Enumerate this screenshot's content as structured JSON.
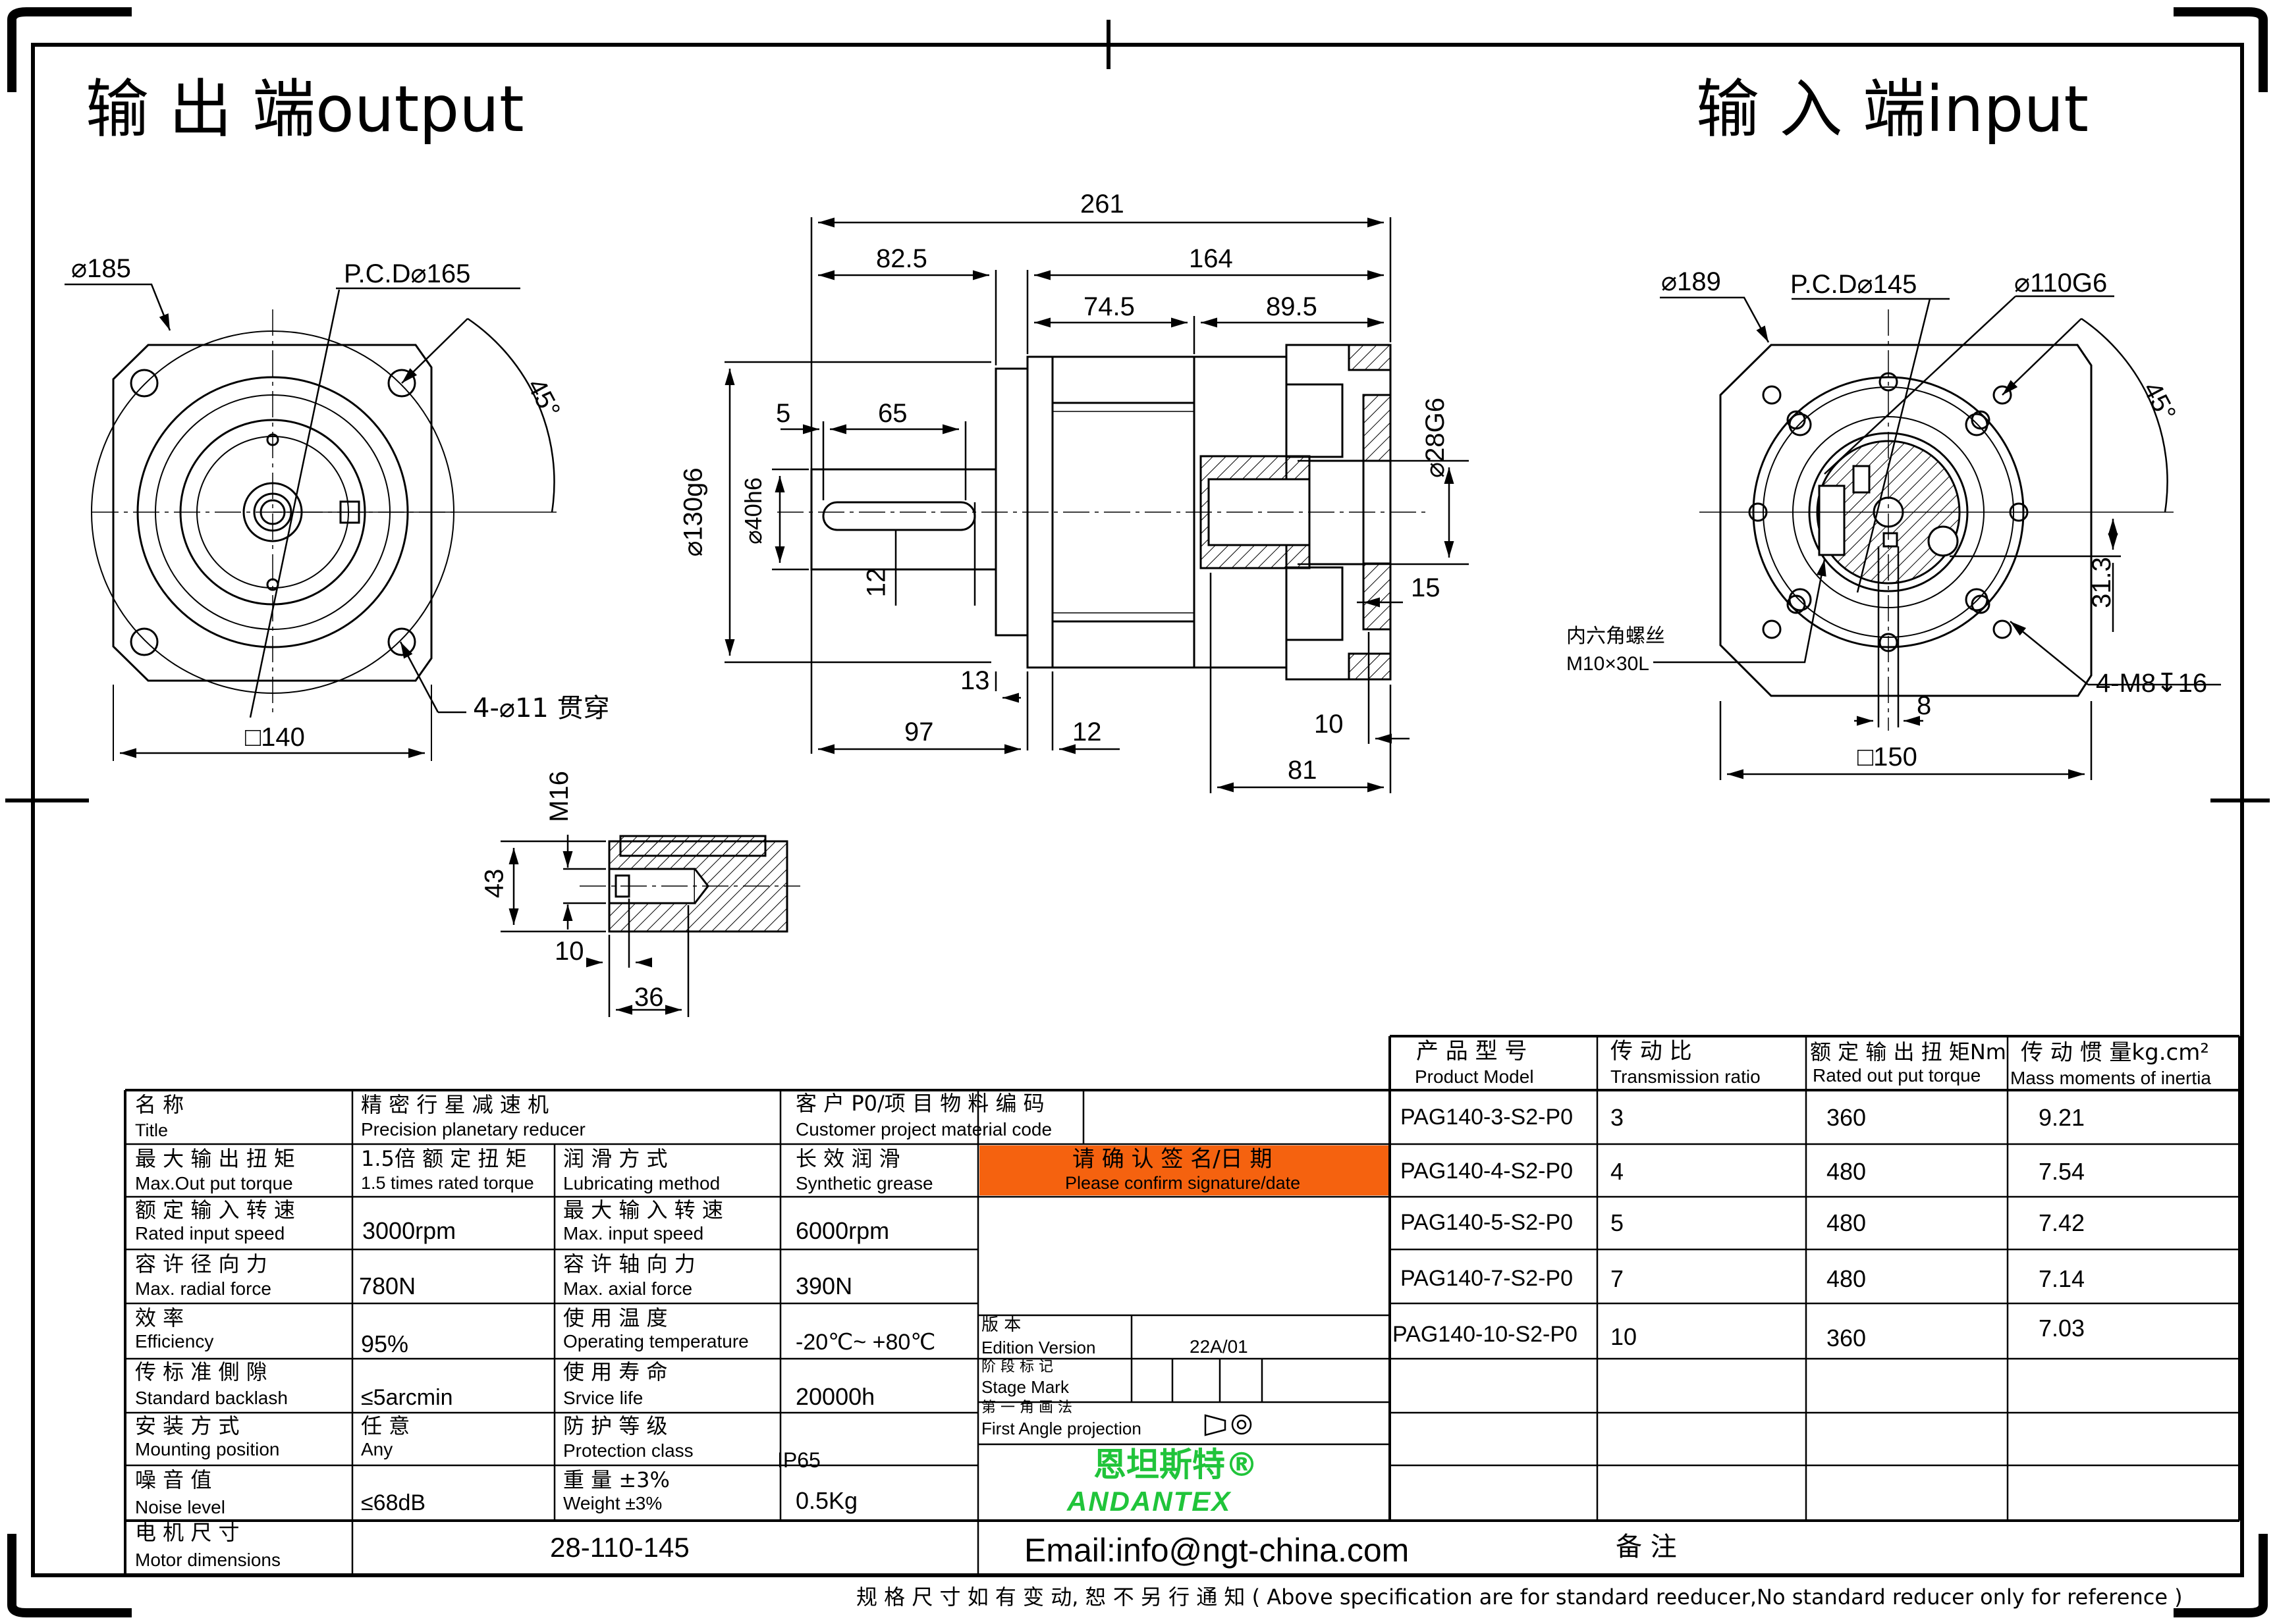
{
  "headers": {
    "output": "输 出 端output",
    "input": "输 入 端input"
  },
  "left_view": {
    "dia_185": "⌀185",
    "pcd_165": "P.C.D⌀165",
    "angle_45": "45°",
    "holes": "4-⌀11 贯穿",
    "square_140": "□140"
  },
  "side_view": {
    "len_261": "261",
    "len_82_5": "82.5",
    "len_164": "164",
    "len_74_5": "74.5",
    "len_89_5": "89.5",
    "len_5": "5",
    "len_65": "65",
    "dia_130": "⌀130g6",
    "dia_40": "⌀40h6",
    "key_12": "12",
    "dia_28": "⌀28G6",
    "len_15": "15",
    "len_13": "13",
    "len_97": "97",
    "len_12b": "12",
    "len_10": "10",
    "len_81": "81"
  },
  "detail": {
    "m16": "M16",
    "len_43": "43",
    "len_10": "10",
    "len_36": "36"
  },
  "right_view": {
    "dia_189": "⌀189",
    "pcd_145": "P.C.D⌀145",
    "dia_110": "⌀110G6",
    "angle_45": "45°",
    "len_31_3": "31.3",
    "screw_cn": "内六角螺丝",
    "screw_en": "M10×30L",
    "holes": "4-M8↧16",
    "len_8": "8",
    "square_150": "□150"
  },
  "model_table": {
    "headers": [
      {
        "cn": "产 品 型 号",
        "en": "Product Model"
      },
      {
        "cn": "传 动 比",
        "en": "Transmission ratio"
      },
      {
        "cn": "额 定 输 出 扭 矩Nm",
        "en": "Rated out put torque"
      },
      {
        "cn": "传 动 惯 量kg.cm²",
        "en": "Mass moments of inertia"
      }
    ],
    "rows": [
      {
        "model": "PAG140-3-S2-P0",
        "ratio": "3",
        "torque": "360",
        "inertia": "9.21"
      },
      {
        "model": "PAG140-4-S2-P0",
        "ratio": "4",
        "torque": "480",
        "inertia": "7.54"
      },
      {
        "model": "PAG140-5-S2-P0",
        "ratio": "5",
        "torque": "480",
        "inertia": "7.42"
      },
      {
        "model": "PAG140-7-S2-P0",
        "ratio": "7",
        "torque": "480",
        "inertia": "7.14"
      },
      {
        "model": "PAG140-10-S2-P0",
        "ratio": "10",
        "torque": "360",
        "inertia": "7.03"
      }
    ]
  },
  "spec_table": {
    "title_cn": "名 称",
    "title_en": "Title",
    "name_cn": "精 密 行 星 减 速 机",
    "name_en": "Precision planetary reducer",
    "cust_cn": "客 户 P0/项 目 物 料 编 码",
    "cust_en": "Customer project material code",
    "maxout_cn": "最 大 输 出 扭 矩",
    "maxout_en": "Max.Out put torque",
    "maxout_val_cn": "1.5倍 额 定 扭 矩",
    "maxout_val_en": "1.5 times rated torque",
    "lub_cn": "润 滑 方 式",
    "lub_en": "Lubricating method",
    "lub_val_cn": "长 效 润 滑",
    "lub_val_en": "Synthetic grease",
    "confirm_cn": "请 确 认 签 名/日 期",
    "confirm_en": "Please confirm signature/date",
    "rin_cn": "额 定 输 入 转 速",
    "rin_en": "Rated input speed",
    "rin_val": "3000rpm",
    "maxin_cn": "最 大 输 入 转 速",
    "maxin_en": "Max. input speed",
    "maxin_val": "6000rpm",
    "rad_cn": "容 许 径 向 力",
    "rad_en": "Max. radial force",
    "rad_val": "780N",
    "ax_cn": "容 许 轴 向 力",
    "ax_en": "Max. axial force",
    "ax_val": "390N",
    "eff_cn": "效 率",
    "eff_en": "Efficiency",
    "eff_val": "95%",
    "temp_cn": "使 用 温 度",
    "temp_en": "Operating temperature",
    "temp_val": "-20℃~ +80℃",
    "ver_cn": "版 本",
    "ver_en": "Edition Version",
    "ver_val": "22A/01",
    "back_cn": "传 标 准 側 隙",
    "back_en": "Standard backlash",
    "back_val": "≤5arcmin",
    "life_cn": "使 用 寿 命",
    "life_en": "Srvice life",
    "life_val": "20000h",
    "stage_cn": "阶 段 标 记",
    "stage_en": "Stage Mark",
    "mount_cn": "安 装 方 式",
    "mount_en": "Mounting position",
    "mount_val_cn": "任 意",
    "mount_val_en": "Any",
    "prot_cn": "防 护 等 级",
    "prot_en": "Protection class",
    "prot_val": "IP65",
    "proj_cn": "第 一 角 画 法",
    "proj_en": "First Angle projection",
    "noise_cn": "噪 音 值",
    "noise_en": "Noise level",
    "noise_val": "≤68dB",
    "weight_cn": "重 量 ±3%",
    "weight_en": "Weight ±3%",
    "weight_val": "0.5Kg",
    "motor_cn": "电 机 尺 寸",
    "motor_en": "Motor dimensions",
    "motor_val": "28-110-145",
    "logo_cn": "恩坦斯特®",
    "logo_en": "ANDANTEX",
    "email": "Email:info@ngt-china.com",
    "remark": "备 注"
  },
  "footer": "规 格 尺 寸 如 有 变 动, 恕 不 另 行 通 知 ( Above specification are for standard reeducer,No standard reducer only for reference )",
  "colors": {
    "confirm_bg": "#f5620f",
    "logo_green": "#20c43a"
  }
}
